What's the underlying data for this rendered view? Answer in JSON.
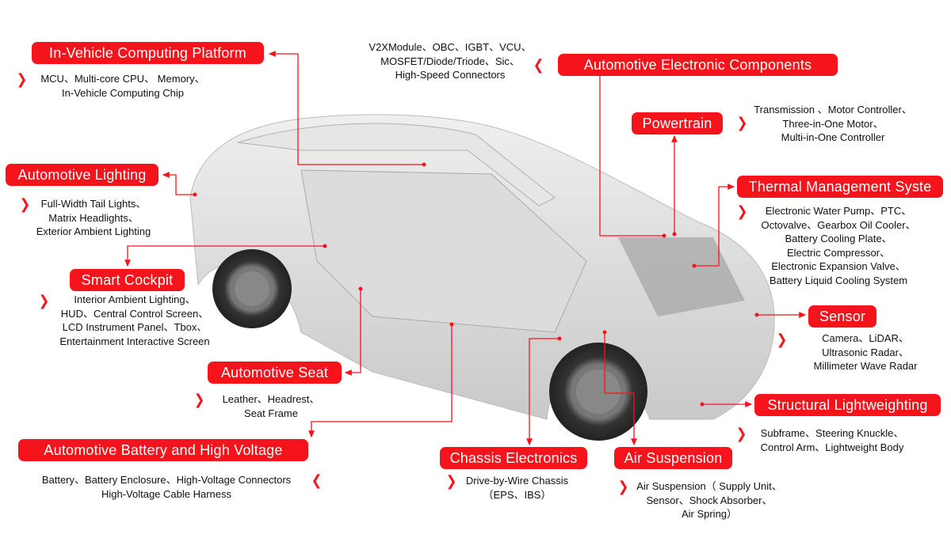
{
  "colors": {
    "accent": "#f5141b",
    "text": "#111111",
    "car": "#d8d8d8"
  },
  "icons": {
    "bullet": "chevron-right-icon",
    "bullet_left": "chevron-left-icon"
  },
  "labels": {
    "computing": {
      "title": "In-Vehicle Computing Platform",
      "lines": [
        "MCU、Multi-core CPU、 Memory、",
        "In-Vehicle Computing Chip"
      ]
    },
    "electronic": {
      "title": "Automotive Electronic Components",
      "lines": [
        "V2XModule、OBC、IGBT、VCU、",
        "MOSFET/Diode/Triode、Sic、",
        "High-Speed Connectors"
      ]
    },
    "powertrain": {
      "title": "Powertrain",
      "lines": [
        "Transmission  、Motor Controller、",
        "Three-in-One Motor、",
        "Multi-in-One Controller"
      ]
    },
    "lighting": {
      "title": "Automotive Lighting",
      "lines": [
        "Full-Width Tail Lights、",
        "Matrix Headlights、",
        "Exterior Ambient Lighting"
      ]
    },
    "thermal": {
      "title": "Thermal Management Syste",
      "lines": [
        "Electronic Water Pump、PTC、",
        "Octovalve、Gearbox Oil Cooler、",
        "Battery Cooling Plate、",
        "Electric Compressor、",
        "Electronic Expansion Valve、",
        "Battery Liquid Cooling System"
      ]
    },
    "cockpit": {
      "title": "Smart Cockpit",
      "lines": [
        "Interior Ambient Lighting、",
        "HUD、Central Control Screen、",
        "LCD Instrument Panel、Tbox、",
        "Entertainment Interactive Screen"
      ]
    },
    "sensor": {
      "title": "Sensor",
      "lines": [
        "Camera、LiDAR、",
        "Ultrasonic Radar、",
        "Millimeter Wave Radar"
      ]
    },
    "seat": {
      "title": "Automotive Seat",
      "lines": [
        "Leather、Headrest、",
        "Seat Frame"
      ]
    },
    "structural": {
      "title": "Structural Lightweighting",
      "lines": [
        "Subframe、Steering Knuckle、",
        "Control Arm、Lightweight Body"
      ]
    },
    "battery": {
      "title": "Automotive Battery and High Voltage",
      "lines": [
        "Battery、Battery Enclosure、High-Voltage Connectors",
        "High-Voltage Cable Harness"
      ]
    },
    "chassis": {
      "title": "Chassis Electronics",
      "lines": [
        "Drive-by-Wire Chassis",
        "（EPS、IBS）"
      ]
    },
    "suspension": {
      "title": "Air Suspension",
      "lines": [
        "Air Suspension（ Supply Unit、",
        "Sensor、Shock Absorber、",
        "Air Spring）"
      ]
    }
  }
}
